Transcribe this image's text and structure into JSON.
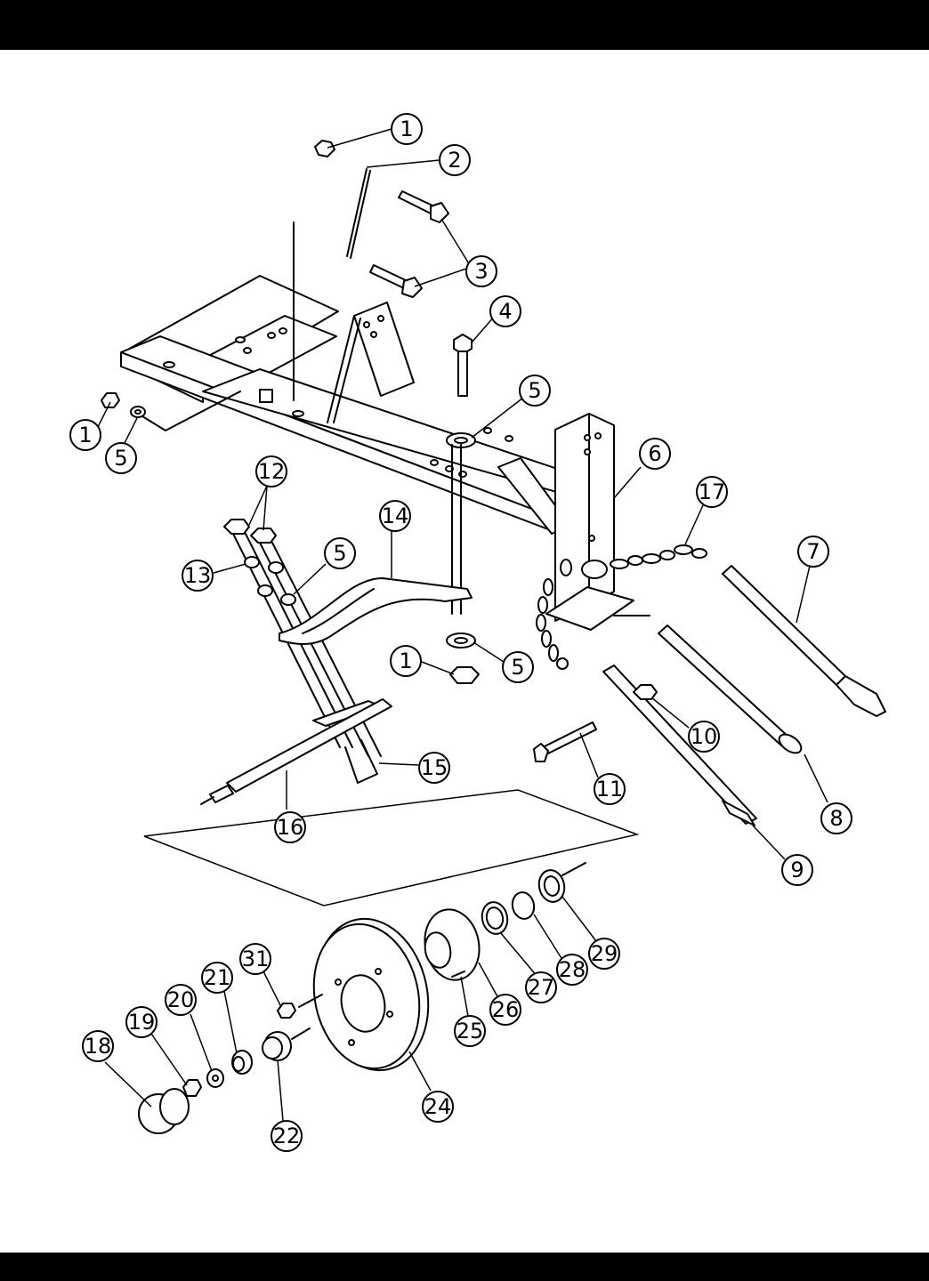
{
  "diagram": {
    "callouts": [
      {
        "id": "c1a",
        "label": "1"
      },
      {
        "id": "c2",
        "label": "2"
      },
      {
        "id": "c3",
        "label": "3"
      },
      {
        "id": "c4",
        "label": "4"
      },
      {
        "id": "c5a",
        "label": "5"
      },
      {
        "id": "c1b",
        "label": "1"
      },
      {
        "id": "c5b",
        "label": "5"
      },
      {
        "id": "c6",
        "label": "6"
      },
      {
        "id": "c12",
        "label": "12"
      },
      {
        "id": "c14",
        "label": "14"
      },
      {
        "id": "c17",
        "label": "17"
      },
      {
        "id": "c7",
        "label": "7"
      },
      {
        "id": "c13",
        "label": "13"
      },
      {
        "id": "c5c",
        "label": "5"
      },
      {
        "id": "c1c",
        "label": "1"
      },
      {
        "id": "c5d",
        "label": "5"
      },
      {
        "id": "c10",
        "label": "10"
      },
      {
        "id": "c15",
        "label": "15"
      },
      {
        "id": "c11",
        "label": "11"
      },
      {
        "id": "c8",
        "label": "8"
      },
      {
        "id": "c16",
        "label": "16"
      },
      {
        "id": "c9",
        "label": "9"
      },
      {
        "id": "c29",
        "label": "29"
      },
      {
        "id": "c28",
        "label": "28"
      },
      {
        "id": "c31",
        "label": "31"
      },
      {
        "id": "c27",
        "label": "27"
      },
      {
        "id": "c26",
        "label": "26"
      },
      {
        "id": "c21",
        "label": "21"
      },
      {
        "id": "c20",
        "label": "20"
      },
      {
        "id": "c25",
        "label": "25"
      },
      {
        "id": "c19",
        "label": "19"
      },
      {
        "id": "c18",
        "label": "18"
      },
      {
        "id": "c24",
        "label": "24"
      },
      {
        "id": "c22",
        "label": "22"
      }
    ]
  }
}
